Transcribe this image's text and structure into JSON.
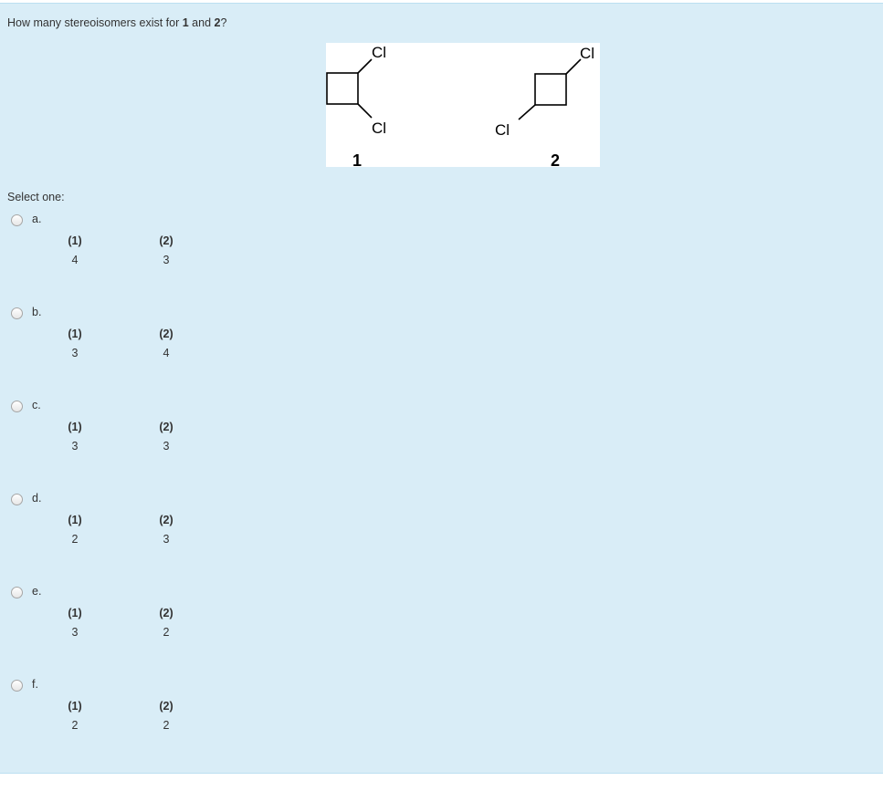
{
  "question": {
    "prefix": "How many stereoisomers exist for ",
    "compound_1": "1",
    "conjunction": " and ",
    "compound_2": "2",
    "suffix": "?"
  },
  "figure": {
    "compound_1_label": "1",
    "compound_2_label": "2",
    "substituent": "Cl"
  },
  "select_prompt": "Select one:",
  "options": [
    {
      "letter": "a.",
      "head1": "(1)",
      "head2": "(2)",
      "val1": "4",
      "val2": "3"
    },
    {
      "letter": "b.",
      "head1": "(1)",
      "head2": "(2)",
      "val1": "3",
      "val2": "4"
    },
    {
      "letter": "c.",
      "head1": "(1)",
      "head2": "(2)",
      "val1": "3",
      "val2": "3"
    },
    {
      "letter": "d.",
      "head1": "(1)",
      "head2": "(2)",
      "val1": "2",
      "val2": "3"
    },
    {
      "letter": "e.",
      "head1": "(1)",
      "head2": "(2)",
      "val1": "3",
      "val2": "2"
    },
    {
      "letter": "f.",
      "head1": "(1)",
      "head2": "(2)",
      "val1": "2",
      "val2": "2"
    }
  ]
}
